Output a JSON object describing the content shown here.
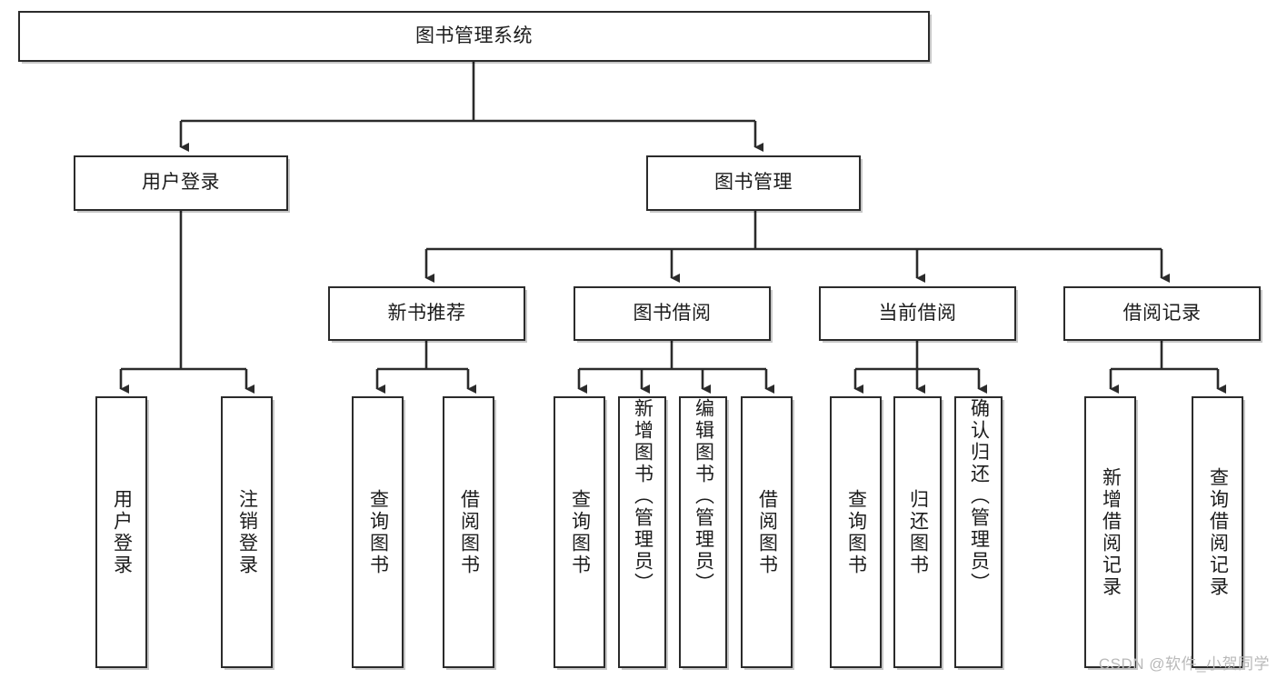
{
  "diagram": {
    "title": "图书管理系统",
    "type": "tree-hierarchy-diagram",
    "root": {
      "id": "root",
      "label": "图书管理系统"
    },
    "level2": [
      {
        "id": "user-login",
        "label": "用户登录"
      },
      {
        "id": "book-management",
        "label": "图书管理"
      }
    ],
    "level3": [
      {
        "id": "new-book-recommend",
        "label": "新书推荐"
      },
      {
        "id": "book-borrow",
        "label": "图书借阅"
      },
      {
        "id": "current-borrow",
        "label": "当前借阅"
      },
      {
        "id": "borrow-record",
        "label": "借阅记录"
      }
    ],
    "leaves": [
      {
        "id": "leaf-user-login",
        "label": "用户登录",
        "parent": "user-login"
      },
      {
        "id": "leaf-logout-login",
        "label": "注销登录",
        "parent": "user-login"
      },
      {
        "id": "leaf-query-book-1",
        "label": "查询图书",
        "parent": "new-book-recommend"
      },
      {
        "id": "leaf-borrow-book-1",
        "label": "借阅图书",
        "parent": "new-book-recommend"
      },
      {
        "id": "leaf-query-book-2",
        "label": "查询图书",
        "parent": "book-borrow"
      },
      {
        "id": "leaf-add-book-admin",
        "label": "新增图书（管理员）",
        "parent": "book-borrow"
      },
      {
        "id": "leaf-edit-book-admin",
        "label": "编辑图书（管理员）",
        "parent": "book-borrow"
      },
      {
        "id": "leaf-borrow-book-2",
        "label": "借阅图书",
        "parent": "book-borrow"
      },
      {
        "id": "leaf-query-book-3",
        "label": "查询图书",
        "parent": "current-borrow"
      },
      {
        "id": "leaf-return-book",
        "label": "归还图书",
        "parent": "current-borrow"
      },
      {
        "id": "leaf-confirm-return-admin",
        "label": "确认归还（管理员）",
        "parent": "current-borrow"
      },
      {
        "id": "leaf-add-borrow-record",
        "label": "新增借阅记录",
        "parent": "borrow-record"
      },
      {
        "id": "leaf-query-borrow-record",
        "label": "查询借阅记录",
        "parent": "borrow-record"
      }
    ]
  },
  "watermark": {
    "text": "CSDN @软件_小贺同学"
  },
  "colors": {
    "border": "#2b2b2b",
    "background": "#ffffff",
    "text": "#1c1c1c",
    "connector": "#2b2b2b",
    "watermark": "#b9b9b9"
  }
}
